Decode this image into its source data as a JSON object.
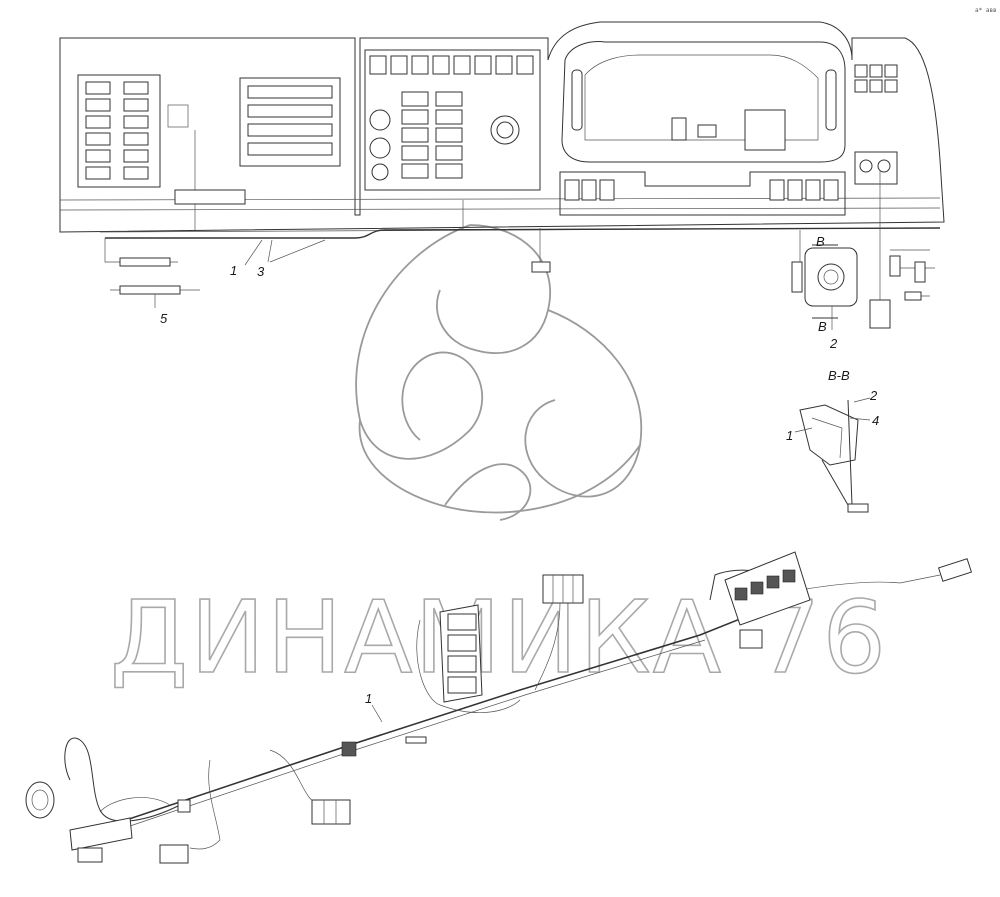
{
  "corner_note": "а* авв",
  "callouts": {
    "c1_top": "1",
    "c3": "3",
    "c5": "5",
    "c2_main": "2",
    "cB_top": "B",
    "cB_bottom": "B",
    "section_title": "B-B",
    "sec_2": "2",
    "sec_4": "4",
    "sec_1": "1",
    "c1_bottom": "1"
  },
  "watermark": {
    "text": "ДИНАМИКА 76"
  }
}
